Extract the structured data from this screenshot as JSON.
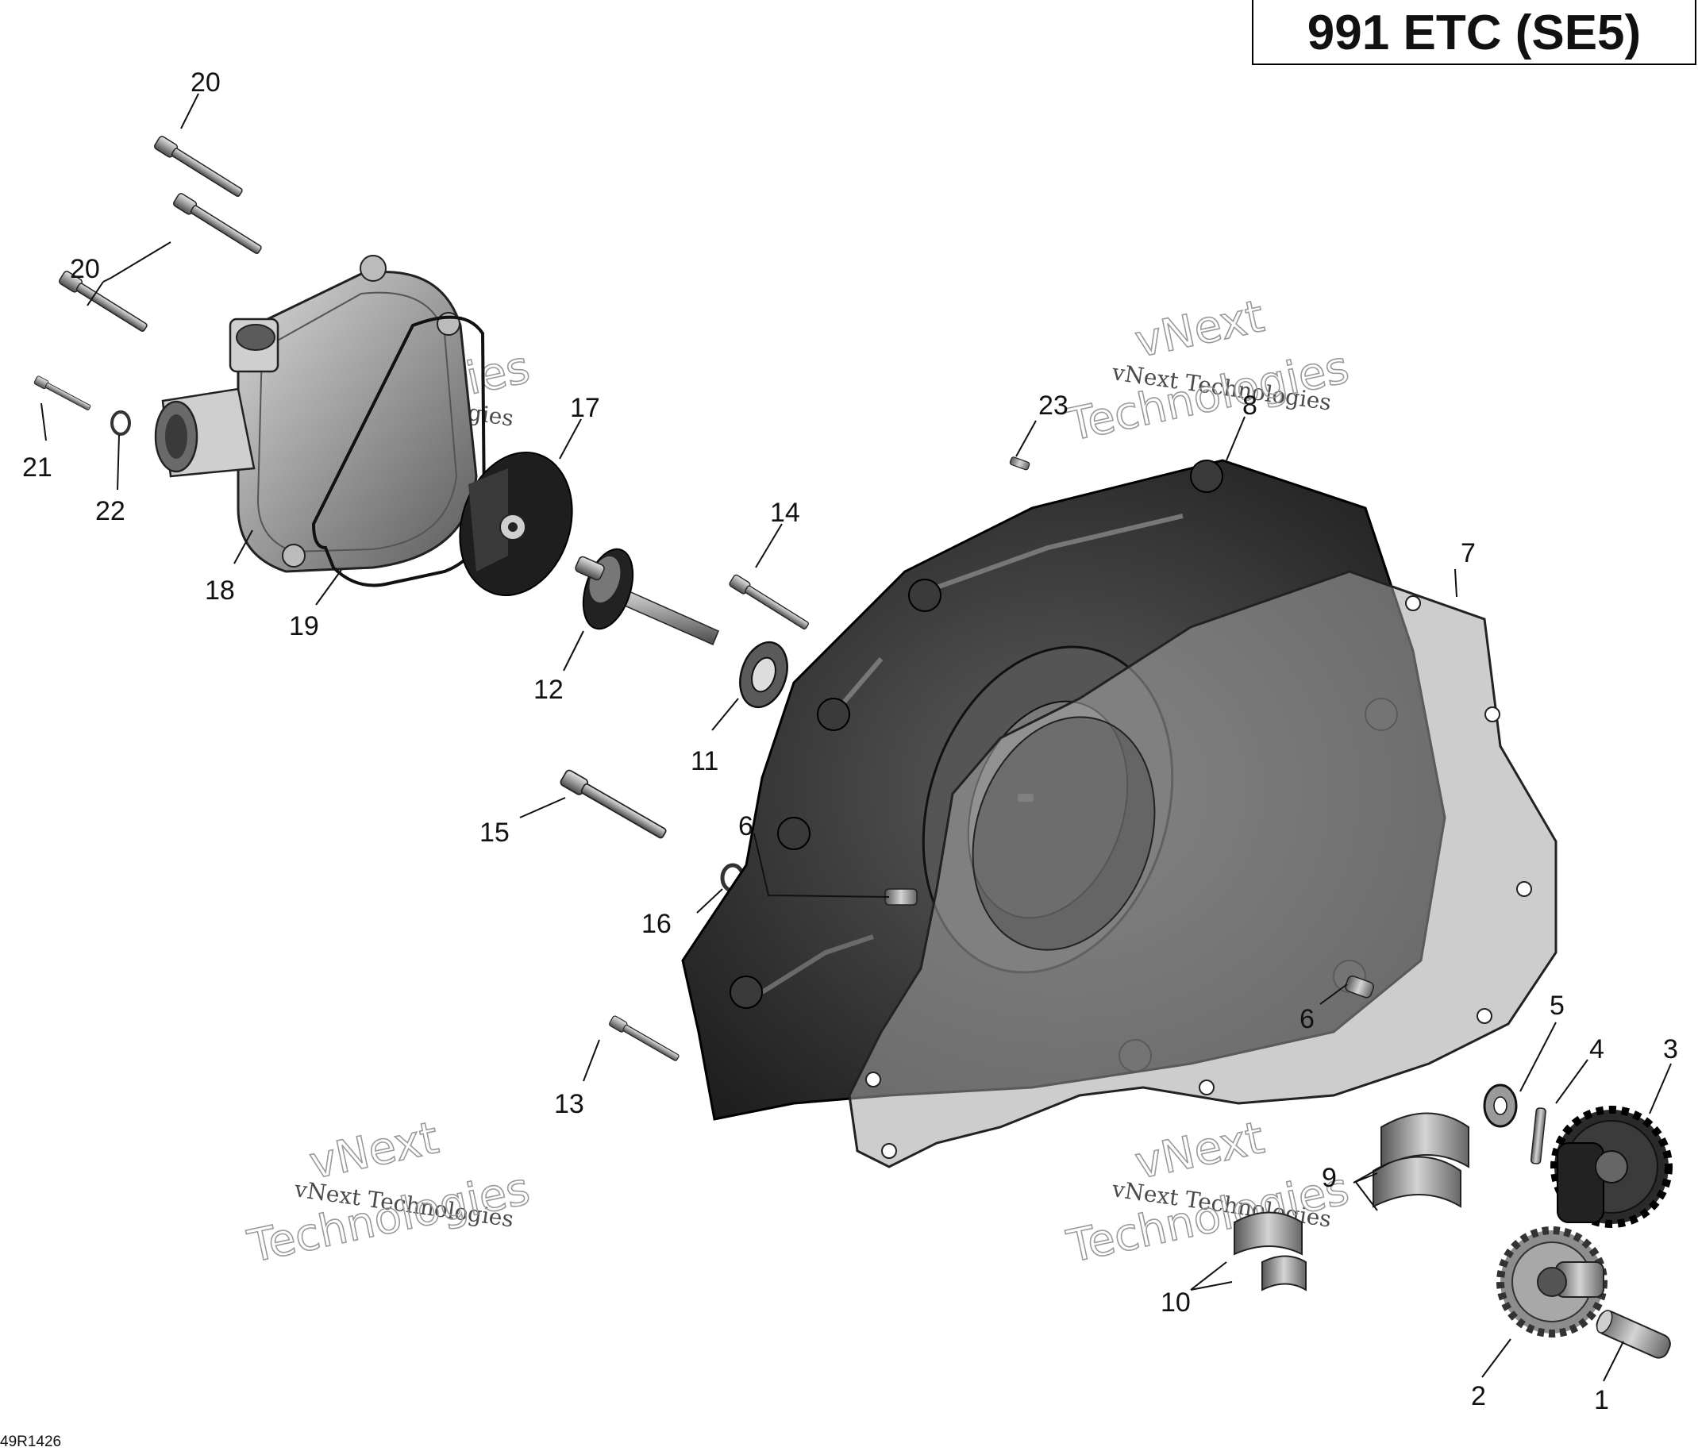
{
  "title": "991 ETC (SE5)",
  "reference_code": "49R1426",
  "watermark": {
    "line1": "vNext",
    "line2": "vNext Technologies",
    "line3": "Technologies"
  },
  "callouts": [
    "1",
    "2",
    "3",
    "4",
    "5",
    "6",
    "6",
    "7",
    "8",
    "9",
    "10",
    "11",
    "12",
    "13",
    "14",
    "15",
    "16",
    "17",
    "18",
    "19",
    "20",
    "20",
    "21",
    "22",
    "23"
  ],
  "colors": {
    "ink": "#111111",
    "part_dark": "#2b2b2b",
    "part_mid": "#5a5a5a",
    "part_light": "#a8a8a8",
    "gasket": "#9c9c9c"
  }
}
